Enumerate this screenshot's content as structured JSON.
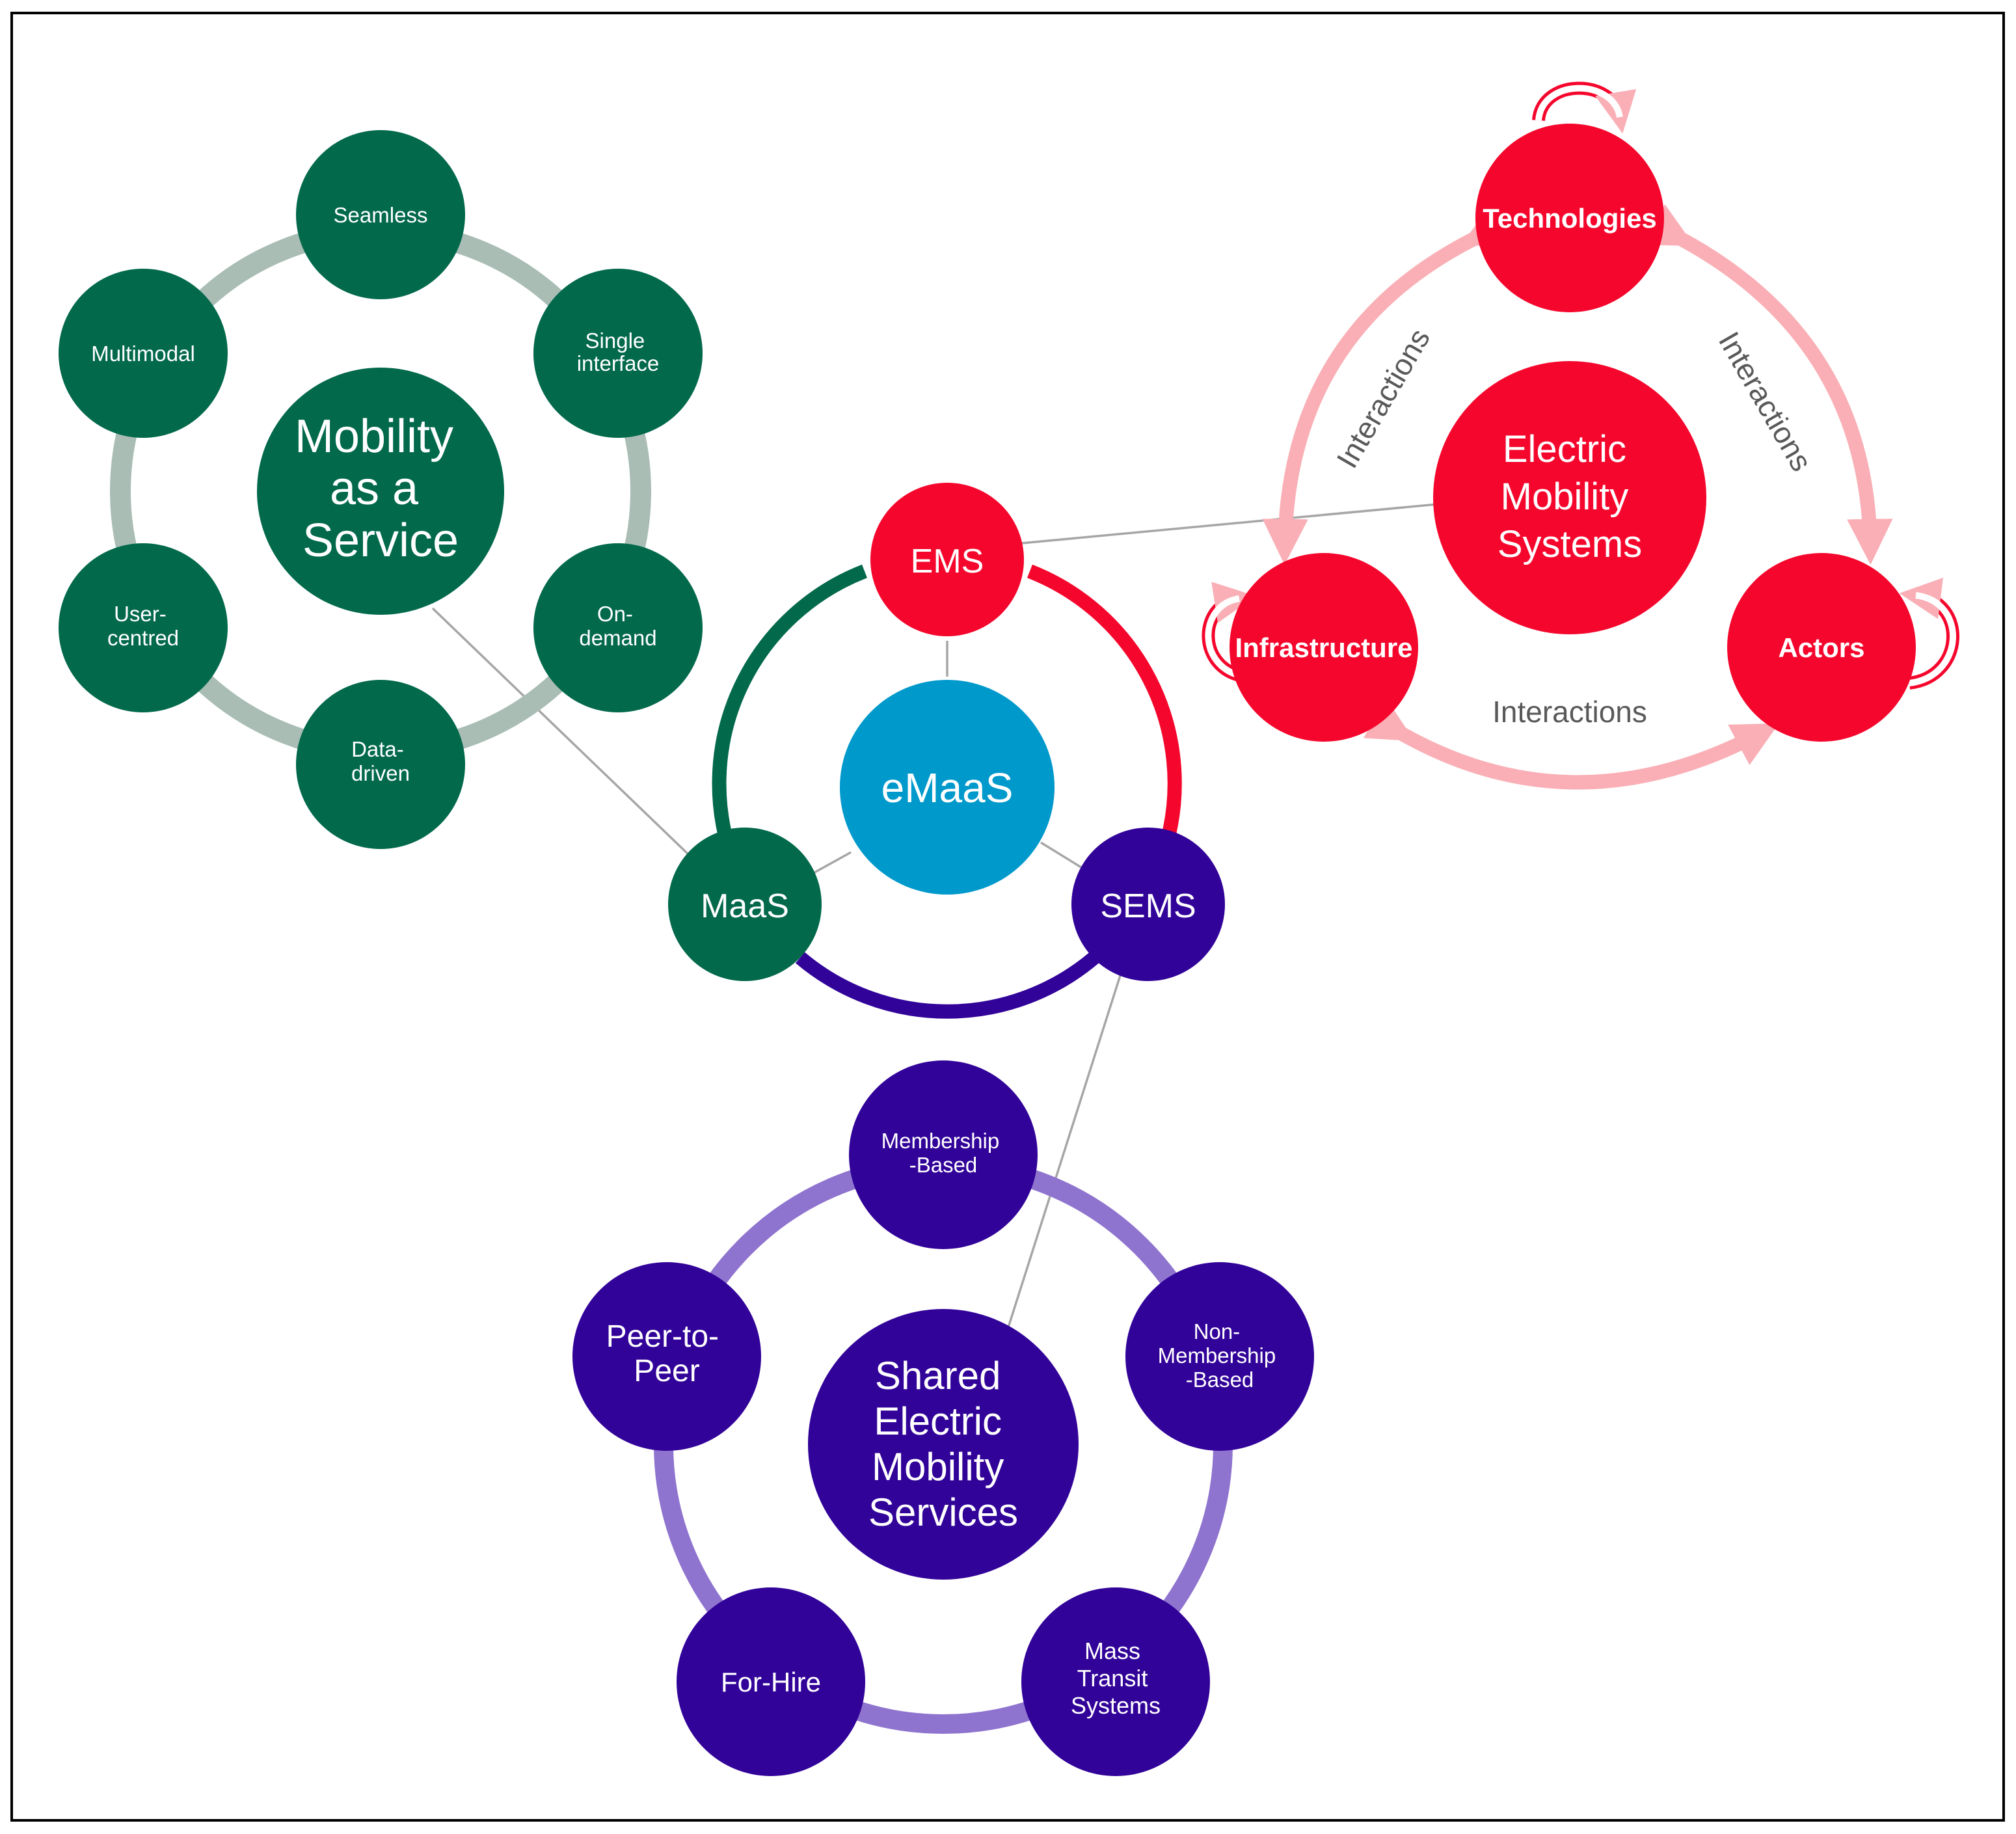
{
  "colors": {
    "green": "#02694B",
    "green_ring": "#A9BDB5",
    "red": "#F5072D",
    "red_ring": "#F9AFB5",
    "purple": "#320399",
    "purple_ring": "#8F74CF",
    "blue": "#0099CC",
    "line": "#A6A6A6",
    "frame": "#000000"
  },
  "maas_cluster": {
    "center": [
      "Mobility",
      "as a",
      "Service"
    ],
    "nodes": {
      "seamless": [
        "Seamless"
      ],
      "single_interface": [
        "Single",
        "interface"
      ],
      "on_demand": [
        "On-",
        "demand"
      ],
      "data_driven": [
        "Data-",
        "driven"
      ],
      "user_centred": [
        "User-",
        "centred"
      ],
      "multimodal": [
        "Multimodal"
      ]
    }
  },
  "ems_cluster": {
    "center": [
      "Electric",
      "Mobility",
      "Systems"
    ],
    "nodes": {
      "technologies": "Technologies",
      "infrastructure": "Infrastructure",
      "actors": "Actors"
    },
    "interactions_left": "Interactions",
    "interactions_right": "Interactions",
    "interactions_bottom": "Interactions"
  },
  "emaas_cluster": {
    "center": "eMaaS",
    "nodes": {
      "ems": "EMS",
      "maas": "MaaS",
      "sems": "SEMS"
    }
  },
  "sems_cluster": {
    "center": [
      "Shared",
      "Electric",
      "Mobility",
      "Services"
    ],
    "nodes": {
      "membership_based": [
        "Membership",
        "-Based"
      ],
      "non_membership_based": [
        "Non-",
        "Membership",
        "-Based"
      ],
      "mass_transit": [
        "Mass",
        "Transit",
        "Systems"
      ],
      "for_hire": [
        "For-Hire"
      ],
      "peer_to_peer": [
        "Peer-to-",
        "Peer"
      ]
    }
  }
}
